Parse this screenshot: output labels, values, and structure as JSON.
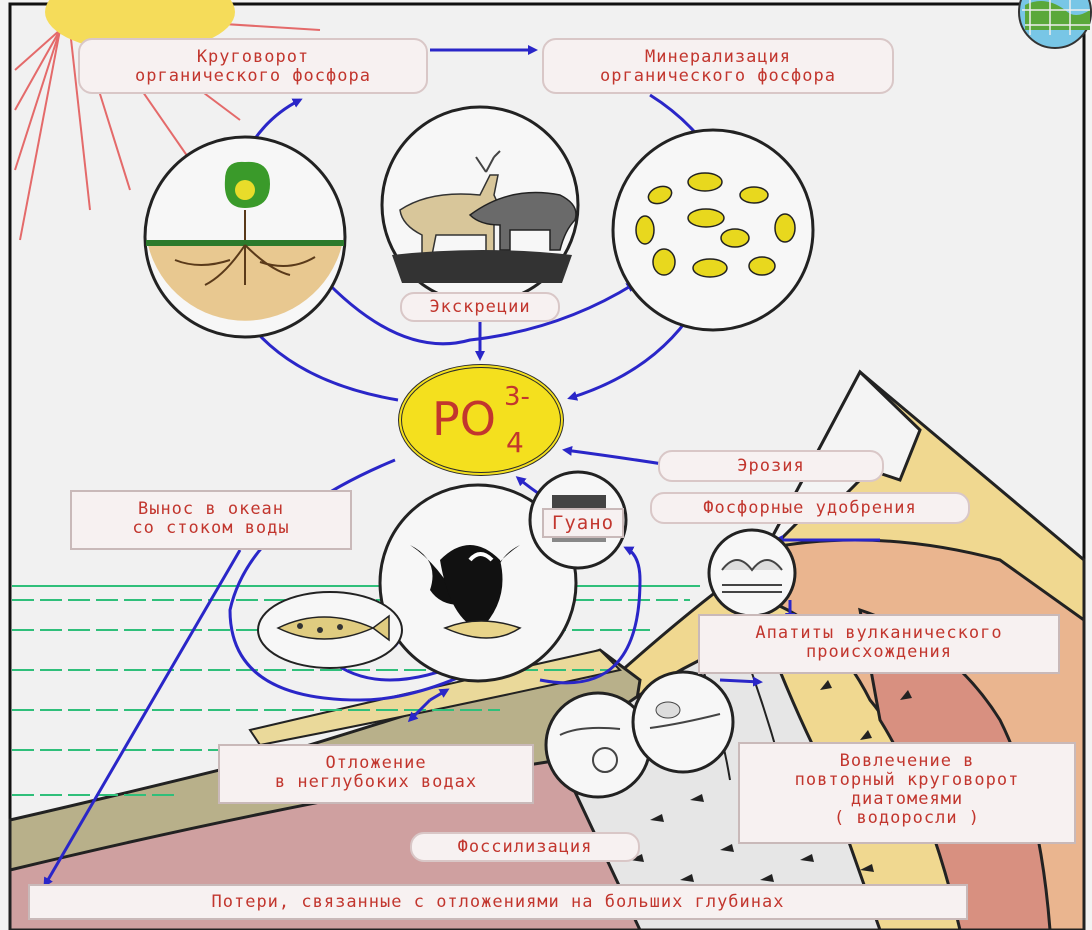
{
  "labels": {
    "organic_cycle": "Круговорот\nорганического фосфора",
    "mineralization": "Минерализация\nорганического фосфора",
    "excretion": "Экскреции",
    "erosion": "Эрозия",
    "fertilizers": "Фосфорные удобрения",
    "ocean_runoff": "Вынос в океан\nсо стоком воды",
    "guano": "Гуано",
    "apatites": "Апатиты вулканического\nпроисхождения",
    "shallow_deposit": "Отложение\nв неглубоких водах",
    "diatoms": "Вовлечение в\nповторный круговорот\nдиатомеями\n( водоросли )",
    "fossilization": "Фоссилизация",
    "deep_losses": "Потери, связанные с отложениями на больших глубинах"
  },
  "formula": {
    "base": "PO",
    "subscript": "4",
    "superscript": "3-"
  },
  "colors": {
    "arrow": "#2a26c8",
    "label_text": "#c2362e",
    "sun": "#f5dc5a",
    "po4": "#f4e01e",
    "water": "#2fbf7a"
  }
}
